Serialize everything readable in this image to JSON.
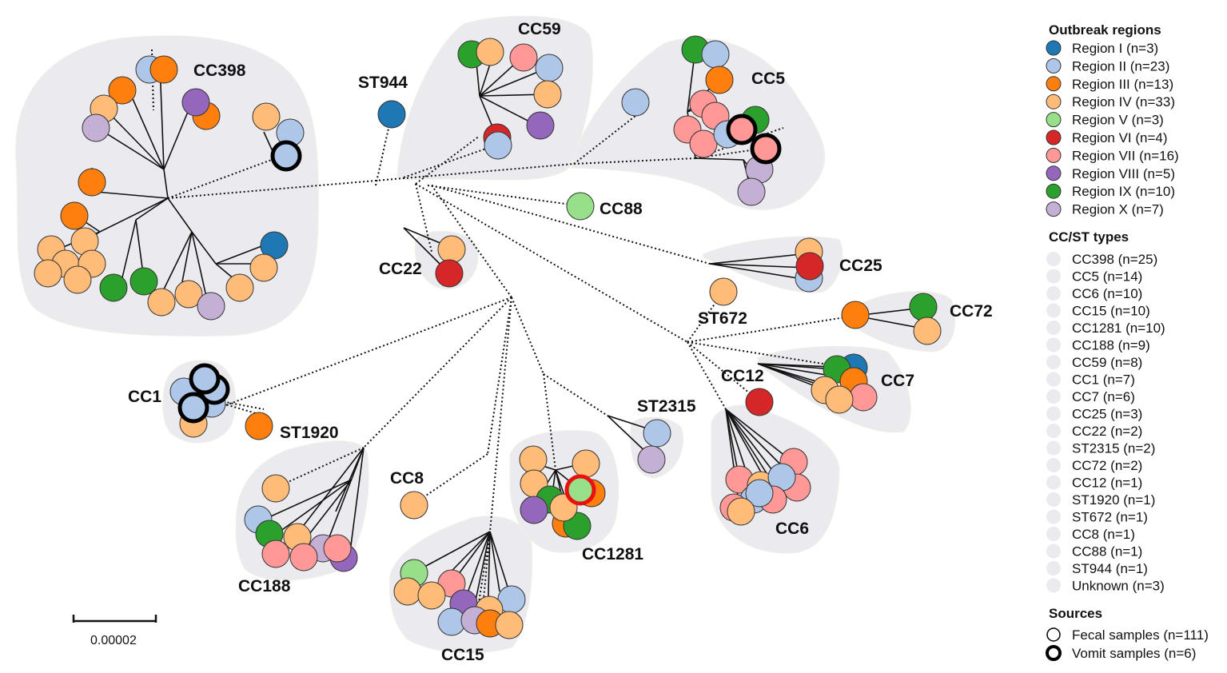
{
  "legend": {
    "regions_title": "Outbreak regions",
    "regions": [
      {
        "label": "Region I (n=3)",
        "color": "#1f77b4"
      },
      {
        "label": "Region II (n=23)",
        "color": "#aec7e8"
      },
      {
        "label": "Region III (n=13)",
        "color": "#ff7f0e"
      },
      {
        "label": "Region IV (n=33)",
        "color": "#ffbb78"
      },
      {
        "label": "Region V (n=3)",
        "color": "#98df8a"
      },
      {
        "label": "Region VI (n=4)",
        "color": "#d62728"
      },
      {
        "label": "Region VII (n=16)",
        "color": "#ff9896"
      },
      {
        "label": "Region VIII (n=5)",
        "color": "#9467bd"
      },
      {
        "label": "Region IX (n=10)",
        "color": "#2ca02c"
      },
      {
        "label": "Region X (n=7)",
        "color": "#c5b0d5"
      }
    ],
    "types_title": "CC/ST types",
    "types": [
      "CC398 (n=25)",
      "CC5 (n=14)",
      "CC6 (n=10)",
      "CC15 (n=10)",
      "CC1281 (n=10)",
      "CC188 (n=9)",
      "CC59 (n=8)",
      "CC1 (n=7)",
      "CC7 (n=6)",
      "CC25 (n=3)",
      "CC22 (n=2)",
      "ST2315 (n=2)",
      "CC72 (n=2)",
      "CC12 (n=1)",
      "ST1920 (n=1)",
      "ST672 (n=1)",
      "CC8 (n=1)",
      "CC88 (n=1)",
      "ST944 (n=1)",
      "Unknown (n=3)"
    ],
    "sources_title": "Sources",
    "sources": [
      "Fecal samples (n=111)",
      "Vomit samples (n=6)"
    ]
  },
  "clusters": {
    "cc398": "CC398",
    "st944": "ST944",
    "cc59": "CC59",
    "cc5": "CC5",
    "cc88": "CC88",
    "cc22": "CC22",
    "cc25": "CC25",
    "st672": "ST672",
    "cc72": "CC72",
    "cc12": "CC12",
    "cc7": "CC7",
    "cc1": "CC1",
    "st1920": "ST1920",
    "st2315": "ST2315",
    "cc8": "CC8",
    "cc188": "CC188",
    "cc1281": "CC1281",
    "cc6": "CC6",
    "cc15": "CC15"
  },
  "scale_bar": "0.00002",
  "colors": {
    "hull": "#ebebef",
    "type_chip": "#ebebef",
    "outline_vomit": "#000000",
    "outline_highlight": "#e8110f"
  }
}
